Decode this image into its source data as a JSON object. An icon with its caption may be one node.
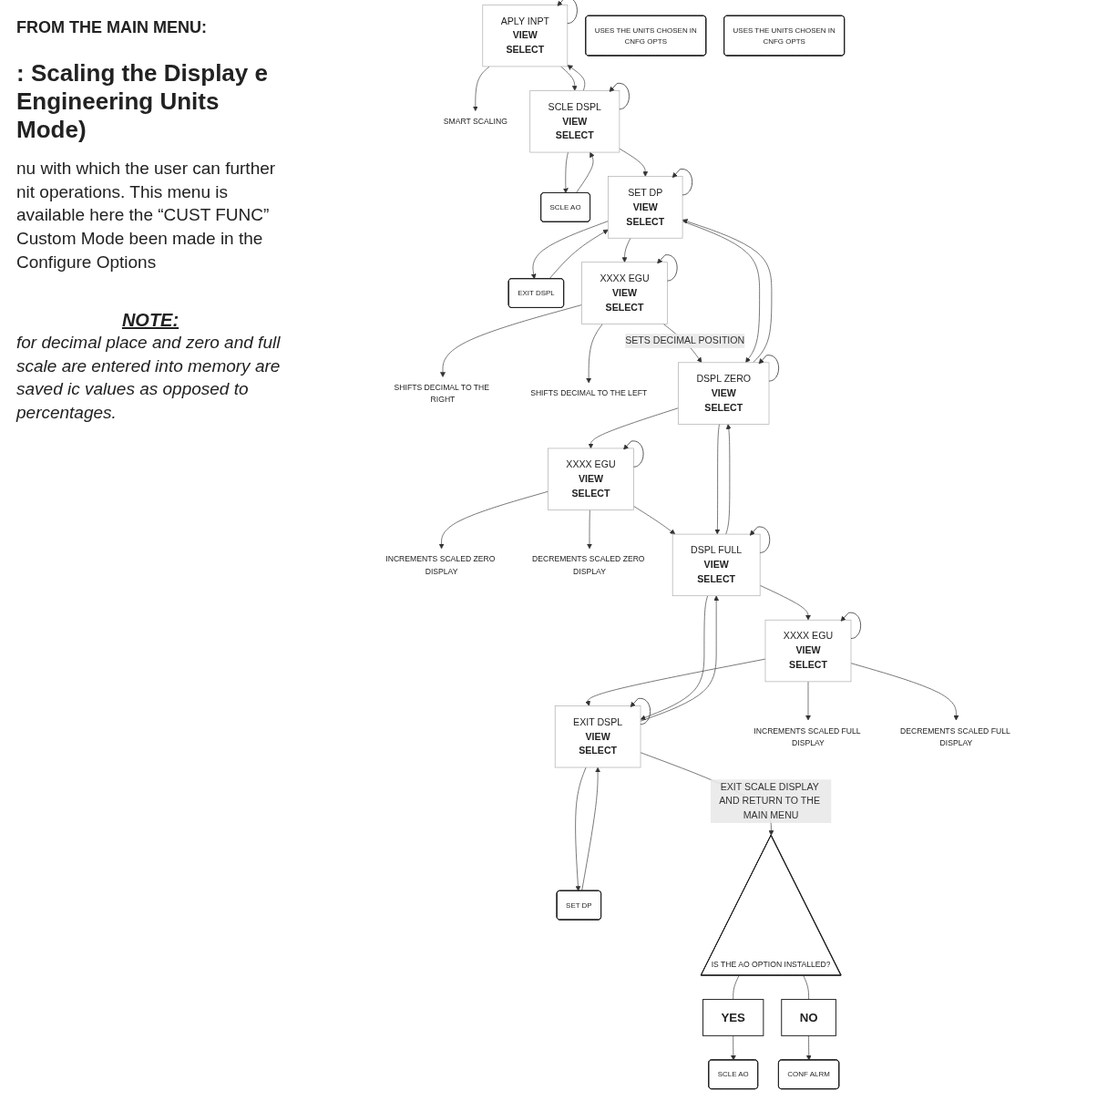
{
  "diagram": {
    "title": ": Scaling the Display e Engineering Units Mode)",
    "nodes": [
      {
        "text": [
          "APLY INPT",
          "VIEW",
          "SELECT"
        ]
      },
      {
        "text": [
          "SMART SCALING"
        ]
      },
      {
        "text": [
          "SCLE DSPL",
          "VIEW",
          "SELECT"
        ]
      },
      {
        "text": [
          "SCLE AO"
        ]
      },
      {
        "text": [
          "EXIT DSPL"
        ]
      },
      {
        "text": [
          "SET DP",
          "VIEW",
          "SELECT"
        ]
      },
      {
        "text": [
          "SHIFTS DECIMAL TO THE RIGHT"
        ]
      },
      {
        "text": [
          "XXXX EGU",
          "VIEW",
          "SELECT"
        ]
      },
      {
        "text": [
          "SHIFTS DECIMAL TO THE LEFT"
        ]
      },
      {
        "text": [
          "DSPL ZERO",
          "VIEW",
          "SELECT"
        ]
      },
      {
        "text": [
          "INCREMENTS SCALED ZERO DISPLAY"
        ]
      },
      {
        "text": [
          "XXXX EGU",
          "VIEW",
          "SELECT"
        ]
      },
      {
        "text": [
          "USES THE UNITS CHOSEN IN",
          "CNFG OPTS"
        ]
      },
      {
        "text": [
          "DECREMENTS SCALED ZERO DISPLAY"
        ]
      },
      {
        "text": [
          "DSPL FULL",
          "VIEW",
          "SELECT"
        ]
      },
      {
        "text": [
          "EXIT DSPL",
          "VIEW",
          "SELECT"
        ]
      },
      {
        "text": [
          "SET DP"
        ]
      },
      {
        "text": [
          "INCREMENTS SCALED FULL DISPLAY"
        ]
      },
      {
        "text": [
          "XXXX EGU",
          "VIEW",
          "SELECT"
        ]
      },
      {
        "text": [
          "USES THE UNITS CHOSEN IN",
          "CNFG OPTS"
        ]
      },
      {
        "text": [
          "DECREMENTS SCALED FULL DISPLAY"
        ]
      },
      {
        "text": [
          "IS THE AO OPTION INSTALLED?"
        ]
      },
      {
        "text": [
          "YES"
        ]
      },
      {
        "text": [
          "NO"
        ]
      },
      {
        "text": [
          "SCLE AO"
        ]
      },
      {
        "text": [
          "CONF ALRM"
        ]
      }
    ],
    "edges": [
      {
        "from": 0,
        "to": 0,
        "arrow": "to"
      },
      {
        "from": 0,
        "to": 1,
        "arrow": "to"
      },
      {
        "from": 0,
        "to": 2,
        "arrow": "to"
      },
      {
        "from": 2,
        "to": 0,
        "arrow": "to"
      },
      {
        "from": 2,
        "to": 2,
        "arrow": "to"
      },
      {
        "from": 2,
        "to": 3,
        "arrow": "to"
      },
      {
        "from": 3,
        "to": 2,
        "arrow": "to"
      },
      {
        "from": 2,
        "to": 5,
        "arrow": "to"
      },
      {
        "from": 5,
        "to": 4,
        "arrow": "to"
      },
      {
        "from": 4,
        "to": 5,
        "arrow": "to"
      },
      {
        "from": 5,
        "to": 5,
        "arrow": "to"
      },
      {
        "from": 5,
        "to": 7,
        "arrow": "to"
      },
      {
        "from": 7,
        "to": 6,
        "arrow": "to"
      },
      {
        "from": 7,
        "to": 8,
        "arrow": "to"
      },
      {
        "from": 7,
        "to": 7,
        "arrow": "to"
      },
      {
        "from": 7,
        "to": 9,
        "arrow": "to",
        "label": "SETS DECIMAL POSITION"
      },
      {
        "from": 5,
        "to": 9,
        "arrow": "to"
      },
      {
        "from": 9,
        "to": 5,
        "arrow": "to"
      },
      {
        "from": 9,
        "to": 9,
        "arrow": "to"
      },
      {
        "from": 9,
        "to": 11,
        "arrow": "to"
      },
      {
        "from": 11,
        "to": 10,
        "arrow": "to"
      },
      {
        "from": 11,
        "to": 13,
        "arrow": "to"
      },
      {
        "from": 11,
        "to": 11,
        "arrow": "to"
      },
      {
        "from": 11,
        "to": 14,
        "arrow": "to"
      },
      {
        "from": 9,
        "to": 14,
        "arrow": "to"
      },
      {
        "from": 14,
        "to": 9,
        "arrow": "to"
      },
      {
        "from": 14,
        "to": 14,
        "arrow": "to"
      },
      {
        "from": 14,
        "to": 18,
        "arrow": "to"
      },
      {
        "from": 18,
        "to": 17,
        "arrow": "to"
      },
      {
        "from": 18,
        "to": 20,
        "arrow": "to"
      },
      {
        "from": 18,
        "to": 18,
        "arrow": "to"
      },
      {
        "from": 18,
        "to": 15,
        "arrow": "to"
      },
      {
        "from": 14,
        "to": 15,
        "arrow": "to"
      },
      {
        "from": 15,
        "to": 14,
        "arrow": "to"
      },
      {
        "from": 15,
        "to": 15,
        "arrow": "to"
      },
      {
        "from": 15,
        "to": 16,
        "arrow": "to"
      },
      {
        "from": 16,
        "to": 15,
        "arrow": "to"
      },
      {
        "from": 15,
        "to": 21,
        "arrow": "to",
        "label": "EXIT SCALE DISPLAY AND RETURN TO THE MAIN MENU"
      },
      {
        "from": 21,
        "to": 22,
        "arrow": "none"
      },
      {
        "from": 21,
        "to": 23,
        "arrow": "none"
      },
      {
        "from": 22,
        "to": 24,
        "arrow": "to"
      },
      {
        "from": 23,
        "to": 25,
        "arrow": "to"
      }
    ],
    "labels": [
      "FROM THE MAIN MENU:",
      "nu with which the user can further nit operations.  This menu is available here the “CUST FUNC” Custom Mode been made in the Configure Options",
      "NOTE:",
      "for decimal place and zero and full scale are entered into memory are saved ic values as opposed to percentages."
    ]
  }
}
